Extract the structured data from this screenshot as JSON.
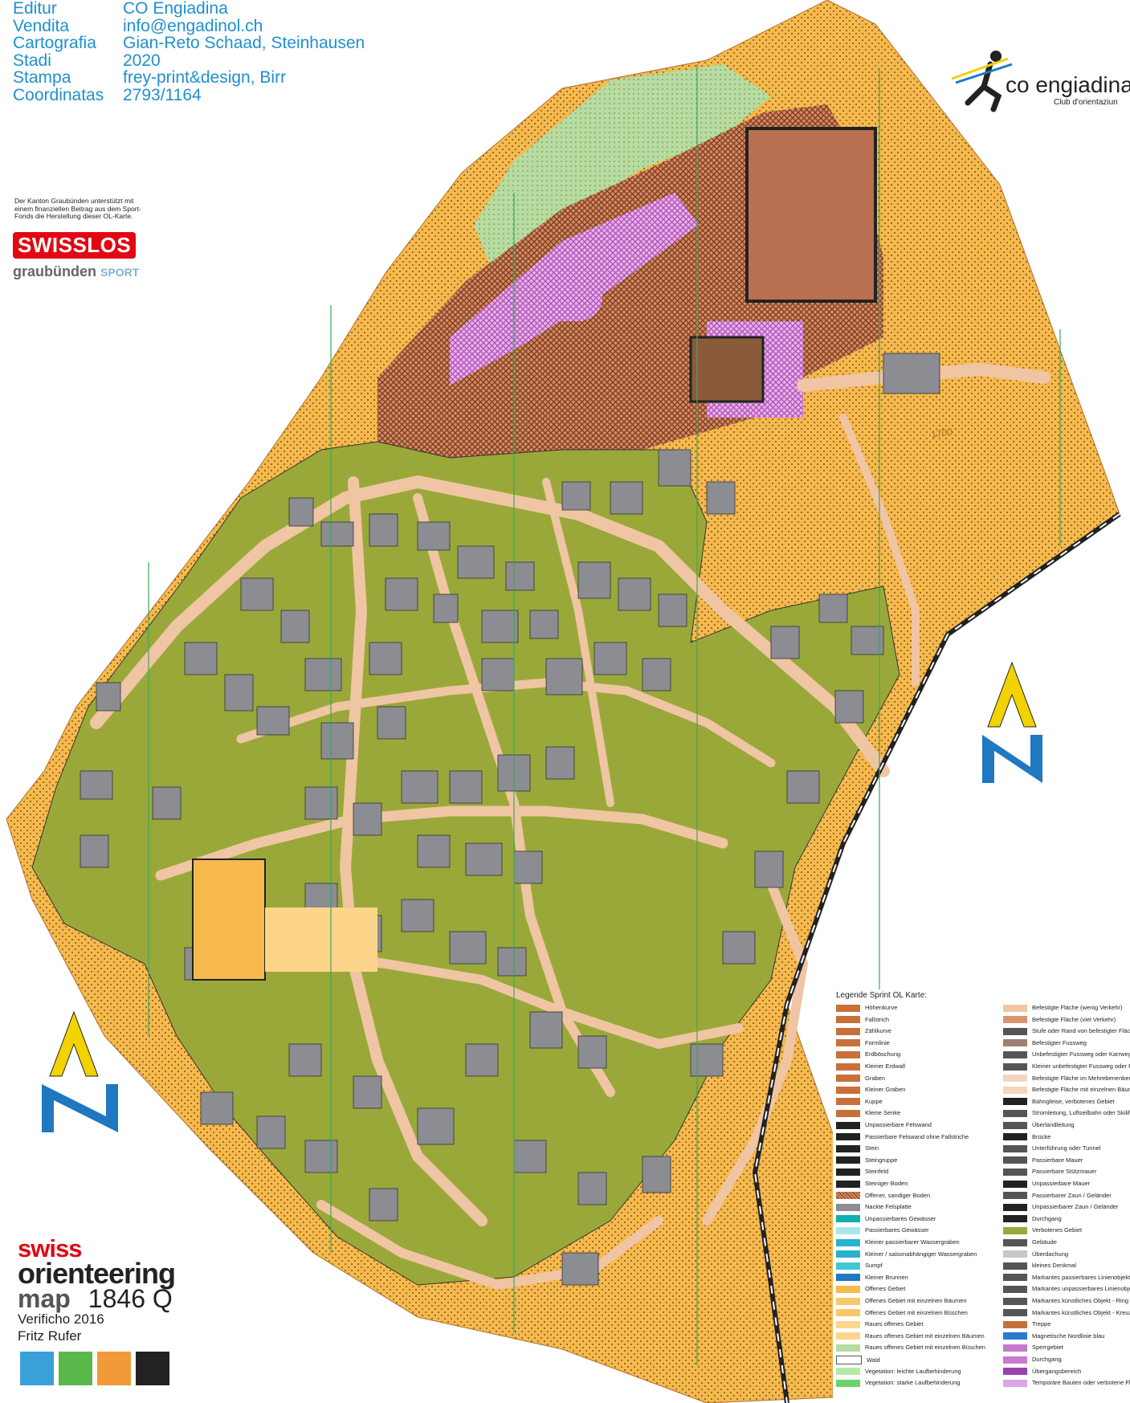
{
  "imprint": [
    {
      "label": "Editur",
      "value": "CO Engiadina"
    },
    {
      "label": "Vendita",
      "value": "info@engadinol.ch"
    },
    {
      "label": "Cartografia",
      "value": "Gian-Reto Schaad, Steinhausen"
    },
    {
      "label": "Stadi",
      "value": "2020"
    },
    {
      "label": "Stampa",
      "value": "frey-print&design, Birr"
    },
    {
      "label": "Coordinatas",
      "value": "2793/1164"
    }
  ],
  "sponsor": {
    "text": "Der Kanton Graubünden unterstützt mit einem finanziellen Beitrag aus dem Sport-Fonds die Herstellung dieser OL-Karte.",
    "swisslos": "SWISSLOS",
    "graubunden": "graubünden",
    "sport": "SPORT"
  },
  "club": {
    "name": "co engiadina",
    "subtitle": "Club d'orientaziun"
  },
  "swiss_orienteering": {
    "line1": "swiss",
    "line2": "orienteering",
    "line3": "map",
    "code": "1846 Q",
    "verification": "Verificho 2016",
    "author": "Fritz Rufer"
  },
  "contour_label": "1700",
  "legend": {
    "title": "Legende Sprint OL Karte:",
    "left": [
      "Höhenkurve",
      "Fallstrich",
      "Zählkurve",
      "Formlinie",
      "Erdböschung",
      "Kleiner Erdwall",
      "Graben",
      "Kleiner Graben",
      "Kuppe",
      "Kleine Senke",
      "Unpassierbare Felswand",
      "Passierbare Felswand ohne Fallstriche",
      "Stein",
      "Steingruppe",
      "Steinfeld",
      "Steiniger Boden",
      "Offener, sandiger Boden",
      "Nackte Felsplatte",
      "Unpassierbares Gewässer",
      "Passierbares Gewässer",
      "Kleiner passierbarer Wassergraben",
      "Kleiner / saisonabhängiger Wassergraben",
      "Sumpf",
      "Kleiner Brunnen",
      "Offenes Gebiet",
      "Offenes Gebiet mit einzelnen Bäumen",
      "Offenes Gebiet mit einzelnen Büschen",
      "Raues offenes Gebiet",
      "Raues offenes Gebiet mit einzelnen Bäumen",
      "Raues offenes Gebiet mit einzelnen Büschen",
      "Wald",
      "Vegetation: leichte Laufbehinderung",
      "Vegetation: starke Laufbehinderung"
    ],
    "right": [
      "Befestigte Fläche (wenig Verkehr)",
      "Befestigte Fläche (viel Verkehr)",
      "Stufe oder Rand von befestigter Fläche",
      "Befestigter Fussweg",
      "Unbefestigter Fussweg oder Karrweg",
      "Kleiner unbefestigter Fussweg oder Pfad",
      "Befestigte Fläche im Mehrebenenbereich",
      "Befestigte Fläche mit einzelnen Bäumen",
      "Bahngleise, verbotenes Gebiet",
      "Stromleitung, Luftseilbahn oder Skilift",
      "Überlandleitung",
      "Brücke",
      "Unterführung oder Tunnel",
      "Passierbare Mauer",
      "Passierbare Stützmauer",
      "Unpassierbare Mauer",
      "Passierbarer Zaun / Geländer",
      "Unpassierbarer Zaun / Geländer",
      "Durchgang",
      "Verbotenes Gebiet",
      "Gebäude",
      "Überdachung",
      "kleines Denkmal",
      "Markantes passierbares Linienobjekt",
      "Markantes unpassierbares Linienobjekt",
      "Markantes künstliches Objekt - Ring",
      "Markantes künstliches Objekt - Kreuz",
      "Treppe",
      "Magnetische Nordlinie blau",
      "Sperrgebiet",
      "Durchgang",
      "Übergangsbereich",
      "Temporäre Bauten oder verbotene Fläche"
    ]
  },
  "colors": {
    "open": "#f7b94c",
    "rough": "#fdd58a",
    "forbidden": "#9aa83a",
    "building": "#8c8c93",
    "paved": "#f0c5a3",
    "paved_dark": "#d9956f",
    "restricted": "#c57ad0",
    "northline": "#3aa85a",
    "road_border": "#222222",
    "north_yellow": "#f2d200",
    "north_blue": "#1f78c0"
  }
}
